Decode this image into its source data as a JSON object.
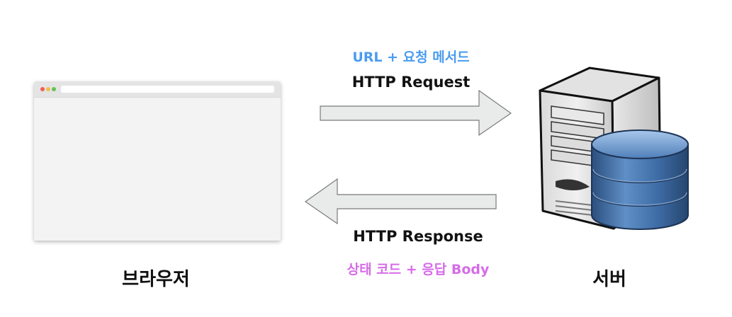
{
  "browser": {
    "label": "브라우저"
  },
  "server": {
    "label": "서버"
  },
  "request": {
    "title": "HTTP Request",
    "detail": "URL + 요청 메서드"
  },
  "response": {
    "title": "HTTP Response",
    "detail": "상태 코드 + 응답 Body"
  },
  "colors": {
    "request_detail": "#4a9cf0",
    "response_detail": "#d66ce8",
    "arrow_fill": "#e9ebea",
    "arrow_stroke": "#7a7a7a",
    "dot_red": "#ee5f57",
    "dot_yellow": "#f4bd4f",
    "dot_green": "#61c554"
  },
  "icons": {
    "browser": "browser-window-icon",
    "server": "server-database-icon",
    "request_arrow": "arrow-right-icon",
    "response_arrow": "arrow-left-icon"
  }
}
